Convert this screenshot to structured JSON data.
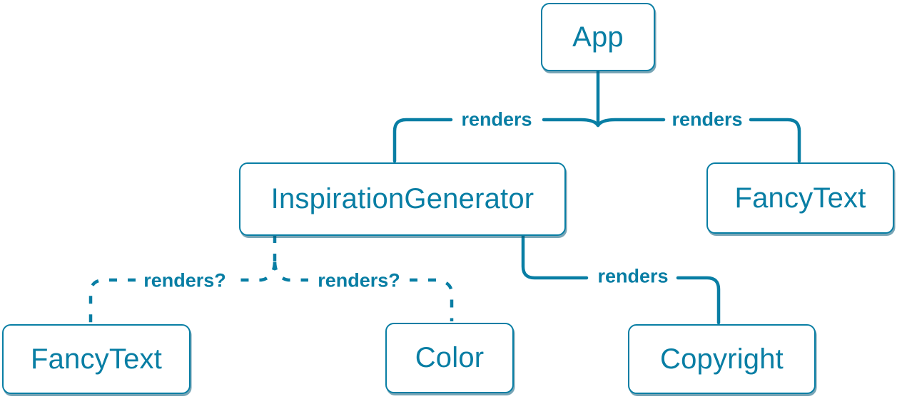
{
  "diagram": {
    "type": "component-tree",
    "accent_color": "#087ea4",
    "background_color": "#ffffff",
    "line_styles": [
      "solid",
      "dashed"
    ],
    "nodes": [
      {
        "id": "app",
        "label": "App"
      },
      {
        "id": "inspiration-generator",
        "label": "InspirationGenerator"
      },
      {
        "id": "fancy-text-top",
        "label": "FancyText"
      },
      {
        "id": "fancy-text-bottom",
        "label": "FancyText"
      },
      {
        "id": "color",
        "label": "Color"
      },
      {
        "id": "copyright",
        "label": "Copyright"
      }
    ],
    "edges": [
      {
        "from": "App",
        "to": "InspirationGenerator",
        "label": "renders",
        "style": "solid"
      },
      {
        "from": "App",
        "to": "FancyText",
        "label": "renders",
        "style": "solid"
      },
      {
        "from": "InspirationGenerator",
        "to": "FancyText",
        "label": "renders?",
        "style": "dashed"
      },
      {
        "from": "InspirationGenerator",
        "to": "Color",
        "label": "renders?",
        "style": "dashed"
      },
      {
        "from": "InspirationGenerator",
        "to": "Copyright",
        "label": "renders",
        "style": "solid"
      }
    ]
  }
}
